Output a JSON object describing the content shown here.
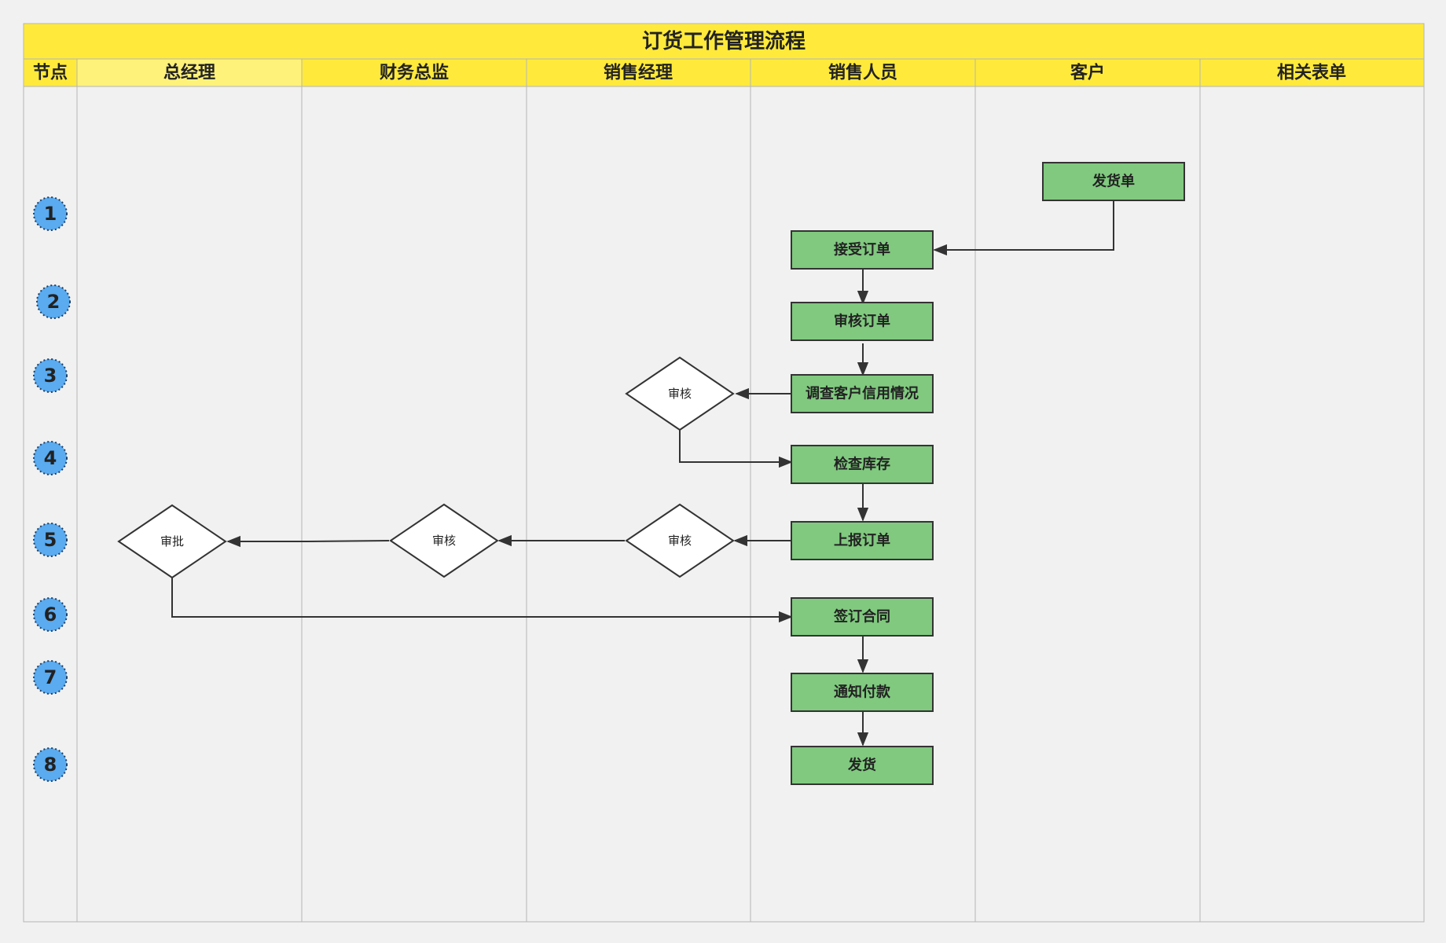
{
  "title": "订货工作管理流程",
  "lanes": {
    "node": "节点",
    "gm": "总经理",
    "finance": "财务总监",
    "sales_manager": "销售经理",
    "salesperson": "销售人员",
    "customer": "客户",
    "forms": "相关表单"
  },
  "nodes": [
    "1",
    "2",
    "3",
    "4",
    "5",
    "6",
    "7",
    "8"
  ],
  "boxes": {
    "delivery_note": "发货单",
    "accept_order": "接受订单",
    "review_order": "审核订单",
    "check_credit": "调查客户信用情况",
    "check_inventory": "检查库存",
    "report_order": "上报订单",
    "sign_contract": "签订合同",
    "notify_payment": "通知付款",
    "ship": "发货"
  },
  "decisions": {
    "sm_review_credit": "审核",
    "sm_review_report": "审核",
    "finance_review": "审核",
    "gm_approve": "审批"
  },
  "colors": {
    "background": "#f1f1f1",
    "header_yellow": "#ffea3b",
    "header_yellow_light": "#fff27a",
    "box_green": "#80c97f",
    "node_blue": "#5aabf0",
    "line": "#333333",
    "lane_border": "#b5b5b5"
  }
}
